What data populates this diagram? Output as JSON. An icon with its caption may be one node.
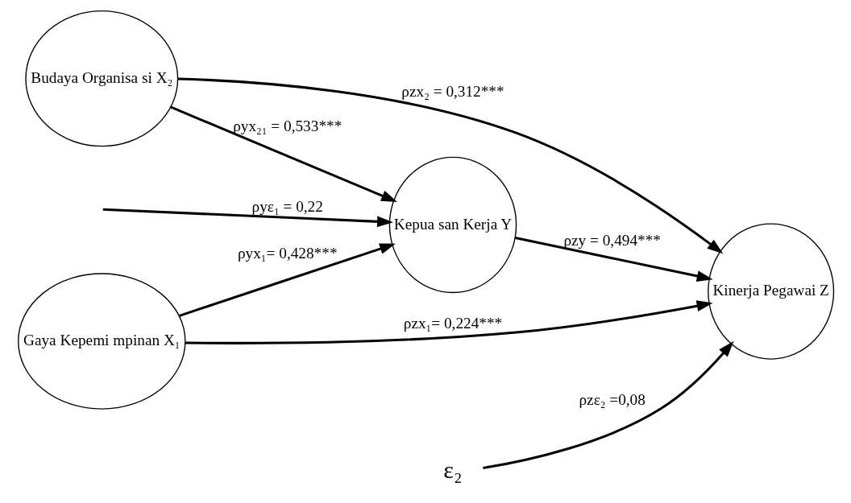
{
  "diagram": {
    "nodes": [
      {
        "text": [
          "Gaya Kepemi mpinan X₁"
        ]
      },
      {
        "text": [
          "Kepua san Kerja Y"
        ]
      },
      {
        "text": [
          "Budaya Organisa si X₂"
        ]
      },
      {
        "text": [
          "Kinerja Pegawai Z"
        ]
      },
      {
        "text": [
          "ε₂"
        ]
      }
    ],
    "edges": [
      {
        "from": null,
        "to": 1,
        "arrow": "to",
        "label": "ρyε₁ = 0,22"
      },
      {
        "from": 0,
        "to": 1,
        "arrow": "to",
        "label": "ρyx₁= 0,428***"
      },
      {
        "from": 2,
        "to": 1,
        "arrow": "to",
        "label": "ρyx₂₁ = 0,533***"
      },
      {
        "from": 0,
        "to": 3,
        "arrow": "to",
        "label": "ρzx₁= 0,224***"
      },
      {
        "from": 1,
        "to": 3,
        "arrow": "to",
        "label": "ρzy = 0,494***"
      },
      {
        "from": 2,
        "to": 3,
        "arrow": "to",
        "label": "ρzx₂ = 0,312***"
      },
      {
        "from": 4,
        "to": 3,
        "arrow": "to",
        "label": "ρzε₂ =0,08"
      }
    ]
  }
}
